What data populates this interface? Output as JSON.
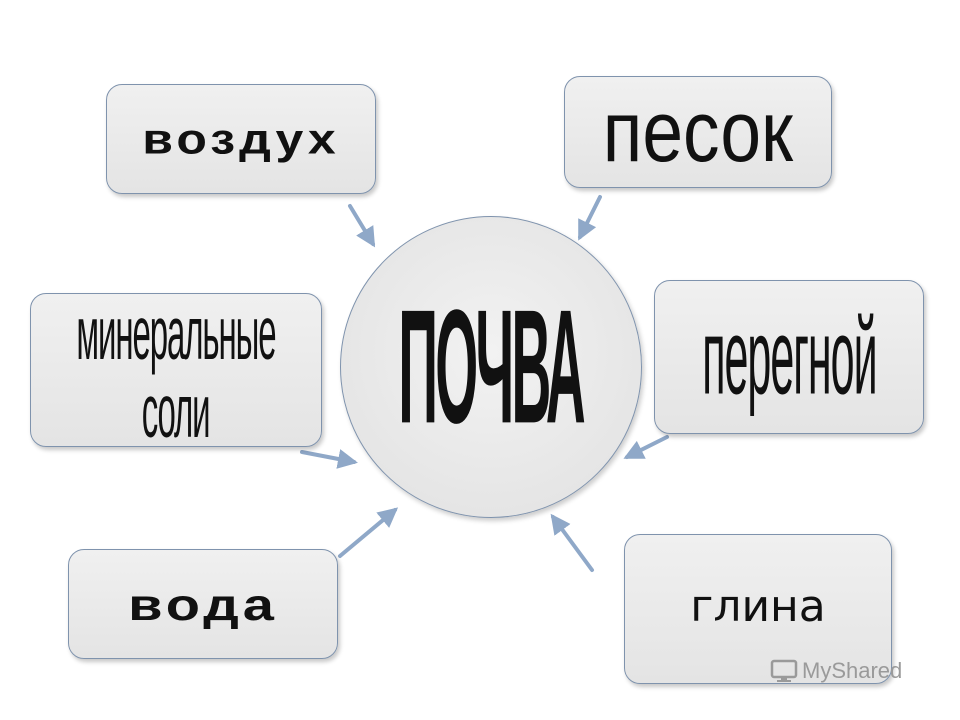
{
  "center": {
    "label": "ПОЧВА"
  },
  "nodes": {
    "air": "воздух",
    "sand": "песок",
    "minerals_line1": "минеральные",
    "minerals_line2": "соли",
    "humus": "перегной",
    "water": "вода",
    "clay": "глина"
  },
  "watermark": {
    "text": "MyShared",
    "icon": "monitor-icon"
  },
  "colors": {
    "arrow": "#8fa8c8",
    "border": "#7f93ad"
  }
}
